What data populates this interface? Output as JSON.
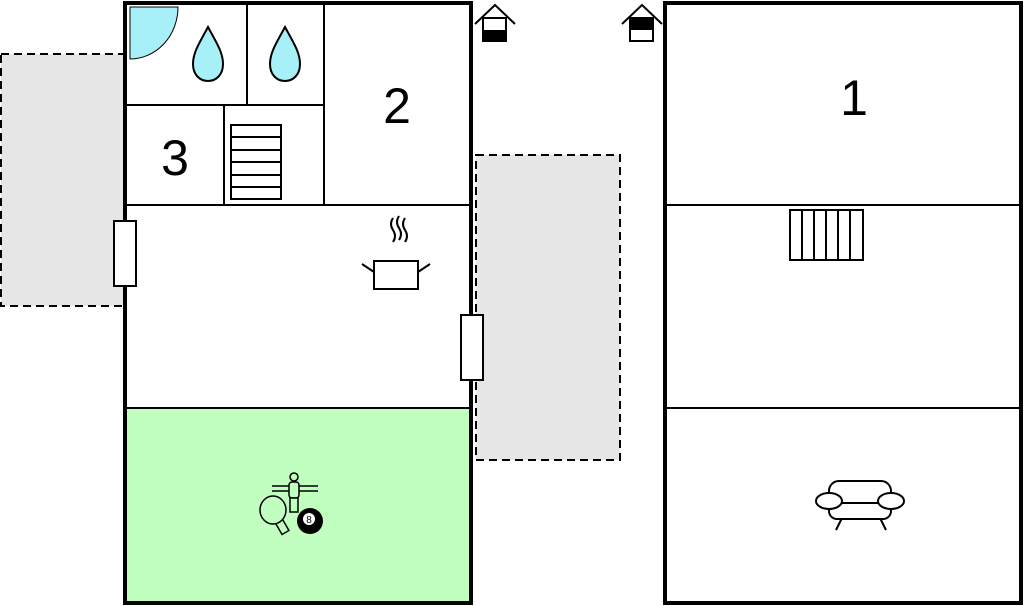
{
  "rooms": {
    "bedroom_1": "1",
    "bedroom_2": "2",
    "bedroom_3": "3"
  },
  "icons": {
    "billiard_ball_number": "8"
  },
  "colors": {
    "wall": "#000000",
    "terrace": "#e6e6e6",
    "activity_room": "#c0ffc0",
    "water": "#a8f0f8"
  }
}
